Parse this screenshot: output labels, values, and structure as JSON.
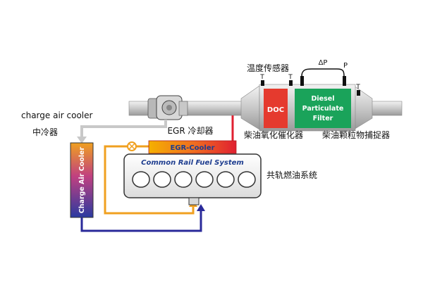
{
  "labels": {
    "temp_sensor_cn": "温度传感器",
    "delta_p": "ΔP",
    "p": "P",
    "t": "T",
    "doc": "DOC",
    "dpf_line1": "Diesel",
    "dpf_line2": "Particulate",
    "dpf_line3": "Filter",
    "charge_air_cooler_en": "charge air cooler",
    "charge_air_cooler_cn": "中冷器",
    "egr_cooler_cn": "EGR 冷却器",
    "doc_cn": "柴油氧化催化器",
    "dpf_cn": "柴油颗粒物捕捉器",
    "egr_cooler_box": "EGR-Cooler",
    "common_rail": "Common Rail Fuel System",
    "common_rail_cn": "共轨燃油系统",
    "cac_vertical": "Charge Air Cooler"
  },
  "colors": {
    "pipe_gray": "#c8c8c8",
    "doc_red": "#e53a2e",
    "dpf_green": "#1aa35a",
    "hot_orange": "#f0a020",
    "cold_blue": "#2a2a9a",
    "engine_outline": "#333333",
    "text_blue": "#1e3d8f"
  }
}
